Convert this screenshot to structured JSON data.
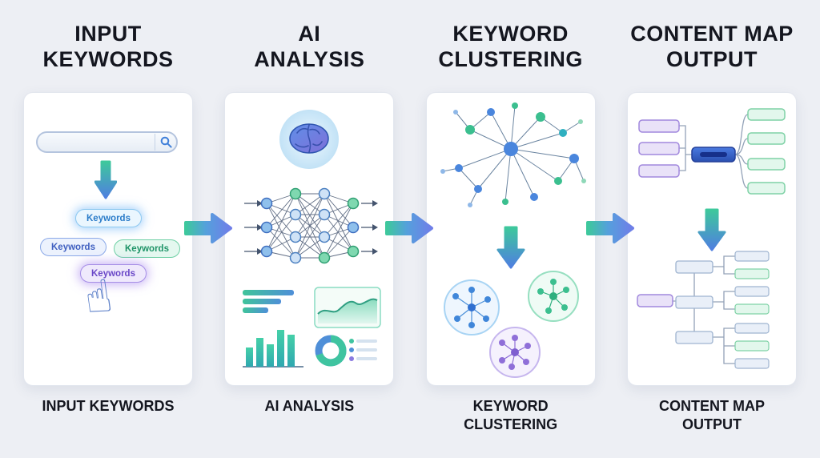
{
  "page": {
    "background": "#edeff4"
  },
  "colors": {
    "teal": "#3ec89c",
    "blue": "#4a86dd",
    "purple": "#8a7ae0",
    "green": "#3bbf8f",
    "title_text": "#14161f"
  },
  "steps": [
    {
      "title_line1": "INPUT",
      "title_line2": "KEYWORDS",
      "footer_line1": "INPUT KEYWORDS",
      "footer_line2": "",
      "pills": [
        "Keywords",
        "Keywords",
        "Keywords",
        "Keywords"
      ],
      "hand_glyph": "☝"
    },
    {
      "title_line1": "AI",
      "title_line2": "ANALYSIS",
      "footer_line1": "AI ANALYSIS",
      "footer_line2": ""
    },
    {
      "title_line1": "KEYWORD",
      "title_line2": "CLUSTERING",
      "footer_line1": "KEYWORD",
      "footer_line2": "CLUSTERING"
    },
    {
      "title_line1": "CONTENT MAP",
      "title_line2": "OUTPUT",
      "footer_line1": "CONTENT MAP",
      "footer_line2": "OUTPUT"
    }
  ]
}
